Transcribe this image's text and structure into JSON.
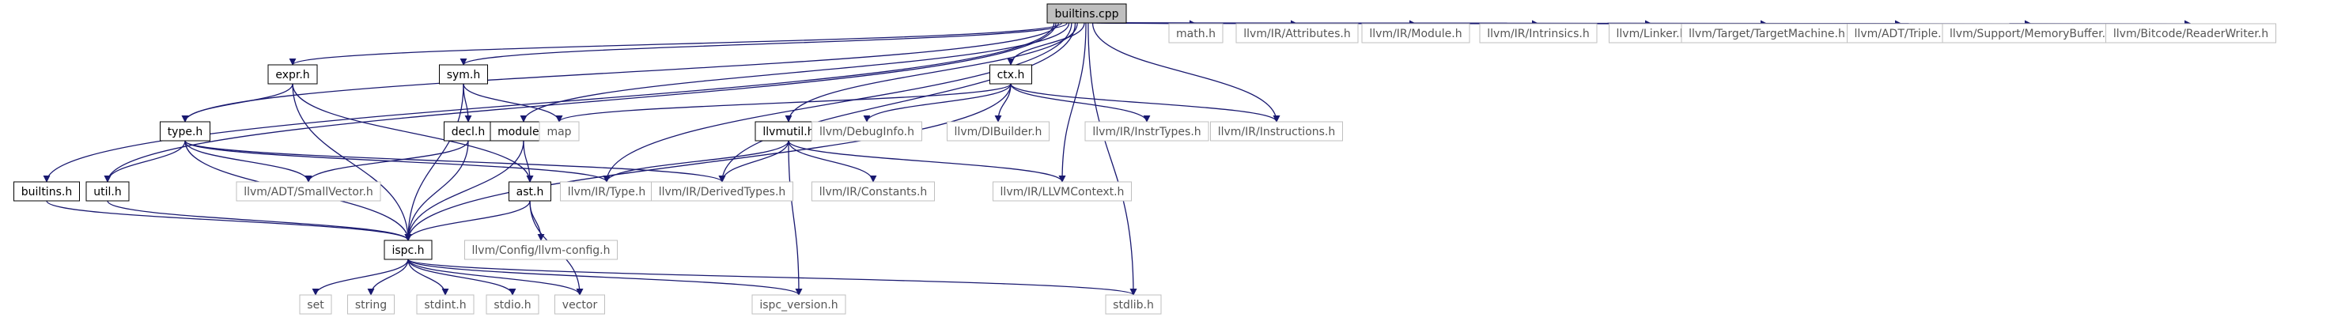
{
  "diagram": {
    "colors": {
      "edge": "#191970",
      "root_fill": "#bfbfbf",
      "box_border": "#000000",
      "external_border": "#bfbfbf",
      "external_text": "#555555"
    },
    "nodes": [
      {
        "id": "builtins_cpp",
        "label": "builtins.cpp",
        "kind": "root"
      },
      {
        "id": "expr_h",
        "label": "expr.h",
        "kind": "internal"
      },
      {
        "id": "sym_h",
        "label": "sym.h",
        "kind": "internal"
      },
      {
        "id": "ctx_h",
        "label": "ctx.h",
        "kind": "internal"
      },
      {
        "id": "decl_h",
        "label": "decl.h",
        "kind": "internal"
      },
      {
        "id": "module_h",
        "label": "module.h",
        "kind": "internal"
      },
      {
        "id": "type_h",
        "label": "type.h",
        "kind": "internal"
      },
      {
        "id": "llvmutil_h",
        "label": "llvmutil.h",
        "kind": "internal"
      },
      {
        "id": "builtins_h",
        "label": "builtins.h",
        "kind": "internal"
      },
      {
        "id": "util_h",
        "label": "util.h",
        "kind": "internal"
      },
      {
        "id": "ast_h",
        "label": "ast.h",
        "kind": "internal"
      },
      {
        "id": "ispc_h",
        "label": "ispc.h",
        "kind": "internal"
      },
      {
        "id": "math_h",
        "label": "math.h",
        "kind": "external"
      },
      {
        "id": "attributes_h",
        "label": "llvm/IR/Attributes.h",
        "kind": "external"
      },
      {
        "id": "module_ir_h",
        "label": "llvm/IR/Module.h",
        "kind": "external"
      },
      {
        "id": "intrinsics_h",
        "label": "llvm/IR/Intrinsics.h",
        "kind": "external"
      },
      {
        "id": "linker_h",
        "label": "llvm/Linker.h",
        "kind": "external"
      },
      {
        "id": "targetmachine_h",
        "label": "llvm/Target/TargetMachine.h",
        "kind": "external"
      },
      {
        "id": "triple_h",
        "label": "llvm/ADT/Triple.h",
        "kind": "external"
      },
      {
        "id": "memorybuffer_h",
        "label": "llvm/Support/MemoryBuffer.h",
        "kind": "external"
      },
      {
        "id": "readerwriter_h",
        "label": "llvm/Bitcode/ReaderWriter.h",
        "kind": "external"
      },
      {
        "id": "map",
        "label": "map",
        "kind": "external"
      },
      {
        "id": "debuginfo_h",
        "label": "llvm/DebugInfo.h",
        "kind": "external"
      },
      {
        "id": "dibuilder_h",
        "label": "llvm/DIBuilder.h",
        "kind": "external"
      },
      {
        "id": "instrtypes_h",
        "label": "llvm/IR/InstrTypes.h",
        "kind": "external"
      },
      {
        "id": "instructions_h",
        "label": "llvm/IR/Instructions.h",
        "kind": "external"
      },
      {
        "id": "smallvector_h",
        "label": "llvm/ADT/SmallVector.h",
        "kind": "external"
      },
      {
        "id": "type_ir_h",
        "label": "llvm/IR/Type.h",
        "kind": "external"
      },
      {
        "id": "derivedtypes_h",
        "label": "llvm/IR/DerivedTypes.h",
        "kind": "external"
      },
      {
        "id": "constants_h",
        "label": "llvm/IR/Constants.h",
        "kind": "external"
      },
      {
        "id": "llvmcontext_h",
        "label": "llvm/IR/LLVMContext.h",
        "kind": "external"
      },
      {
        "id": "llvmconfig_h",
        "label": "llvm/Config/llvm-config.h",
        "kind": "external"
      },
      {
        "id": "set",
        "label": "set",
        "kind": "external"
      },
      {
        "id": "string",
        "label": "string",
        "kind": "external"
      },
      {
        "id": "stdint_h",
        "label": "stdint.h",
        "kind": "external"
      },
      {
        "id": "stdio_h",
        "label": "stdio.h",
        "kind": "external"
      },
      {
        "id": "vector",
        "label": "vector",
        "kind": "external"
      },
      {
        "id": "ispc_version_h",
        "label": "ispc_version.h",
        "kind": "external"
      },
      {
        "id": "stdlib_h",
        "label": "stdlib.h",
        "kind": "external"
      }
    ],
    "edges": [
      {
        "from": "builtins_cpp",
        "to": "builtins_h"
      },
      {
        "from": "builtins_cpp",
        "to": "util_h"
      },
      {
        "from": "builtins_cpp",
        "to": "type_h"
      },
      {
        "from": "builtins_cpp",
        "to": "expr_h"
      },
      {
        "from": "builtins_cpp",
        "to": "sym_h"
      },
      {
        "from": "builtins_cpp",
        "to": "module_h"
      },
      {
        "from": "builtins_cpp",
        "to": "ctx_h"
      },
      {
        "from": "builtins_cpp",
        "to": "llvmutil_h"
      },
      {
        "from": "builtins_cpp",
        "to": "type_ir_h"
      },
      {
        "from": "builtins_cpp",
        "to": "derivedtypes_h"
      },
      {
        "from": "builtins_cpp",
        "to": "llvmcontext_h"
      },
      {
        "from": "builtins_cpp",
        "to": "instructions_h"
      },
      {
        "from": "builtins_cpp",
        "to": "stdlib_h"
      },
      {
        "from": "builtins_cpp",
        "to": "math_h"
      },
      {
        "from": "builtins_cpp",
        "to": "attributes_h"
      },
      {
        "from": "builtins_cpp",
        "to": "module_ir_h"
      },
      {
        "from": "builtins_cpp",
        "to": "intrinsics_h"
      },
      {
        "from": "builtins_cpp",
        "to": "linker_h"
      },
      {
        "from": "builtins_cpp",
        "to": "targetmachine_h"
      },
      {
        "from": "builtins_cpp",
        "to": "triple_h"
      },
      {
        "from": "builtins_cpp",
        "to": "memorybuffer_h"
      },
      {
        "from": "builtins_cpp",
        "to": "readerwriter_h"
      },
      {
        "from": "expr_h",
        "to": "type_h"
      },
      {
        "from": "expr_h",
        "to": "ast_h"
      },
      {
        "from": "expr_h",
        "to": "ispc_h"
      },
      {
        "from": "sym_h",
        "to": "decl_h"
      },
      {
        "from": "sym_h",
        "to": "map"
      },
      {
        "from": "sym_h",
        "to": "ispc_h"
      },
      {
        "from": "ctx_h",
        "to": "map"
      },
      {
        "from": "ctx_h",
        "to": "debuginfo_h"
      },
      {
        "from": "ctx_h",
        "to": "dibuilder_h"
      },
      {
        "from": "ctx_h",
        "to": "instrtypes_h"
      },
      {
        "from": "ctx_h",
        "to": "instructions_h"
      },
      {
        "from": "ctx_h",
        "to": "ispc_h"
      },
      {
        "from": "decl_h",
        "to": "smallvector_h"
      },
      {
        "from": "decl_h",
        "to": "ispc_h"
      },
      {
        "from": "module_h",
        "to": "ast_h"
      },
      {
        "from": "module_h",
        "to": "ispc_h"
      },
      {
        "from": "type_h",
        "to": "util_h"
      },
      {
        "from": "type_h",
        "to": "smallvector_h"
      },
      {
        "from": "type_h",
        "to": "type_ir_h"
      },
      {
        "from": "type_h",
        "to": "derivedtypes_h"
      },
      {
        "from": "type_h",
        "to": "ispc_h"
      },
      {
        "from": "llvmutil_h",
        "to": "type_ir_h"
      },
      {
        "from": "llvmutil_h",
        "to": "derivedtypes_h"
      },
      {
        "from": "llvmutil_h",
        "to": "constants_h"
      },
      {
        "from": "llvmutil_h",
        "to": "llvmcontext_h"
      },
      {
        "from": "llvmutil_h",
        "to": "ispc_version_h"
      },
      {
        "from": "builtins_h",
        "to": "ispc_h"
      },
      {
        "from": "util_h",
        "to": "ispc_h"
      },
      {
        "from": "ast_h",
        "to": "ispc_h"
      },
      {
        "from": "ast_h",
        "to": "llvmconfig_h"
      },
      {
        "from": "ast_h",
        "to": "vector"
      },
      {
        "from": "ispc_h",
        "to": "set"
      },
      {
        "from": "ispc_h",
        "to": "string"
      },
      {
        "from": "ispc_h",
        "to": "stdint_h"
      },
      {
        "from": "ispc_h",
        "to": "stdio_h"
      },
      {
        "from": "ispc_h",
        "to": "vector"
      },
      {
        "from": "ispc_h",
        "to": "ispc_version_h"
      },
      {
        "from": "ispc_h",
        "to": "stdlib_h"
      }
    ]
  }
}
